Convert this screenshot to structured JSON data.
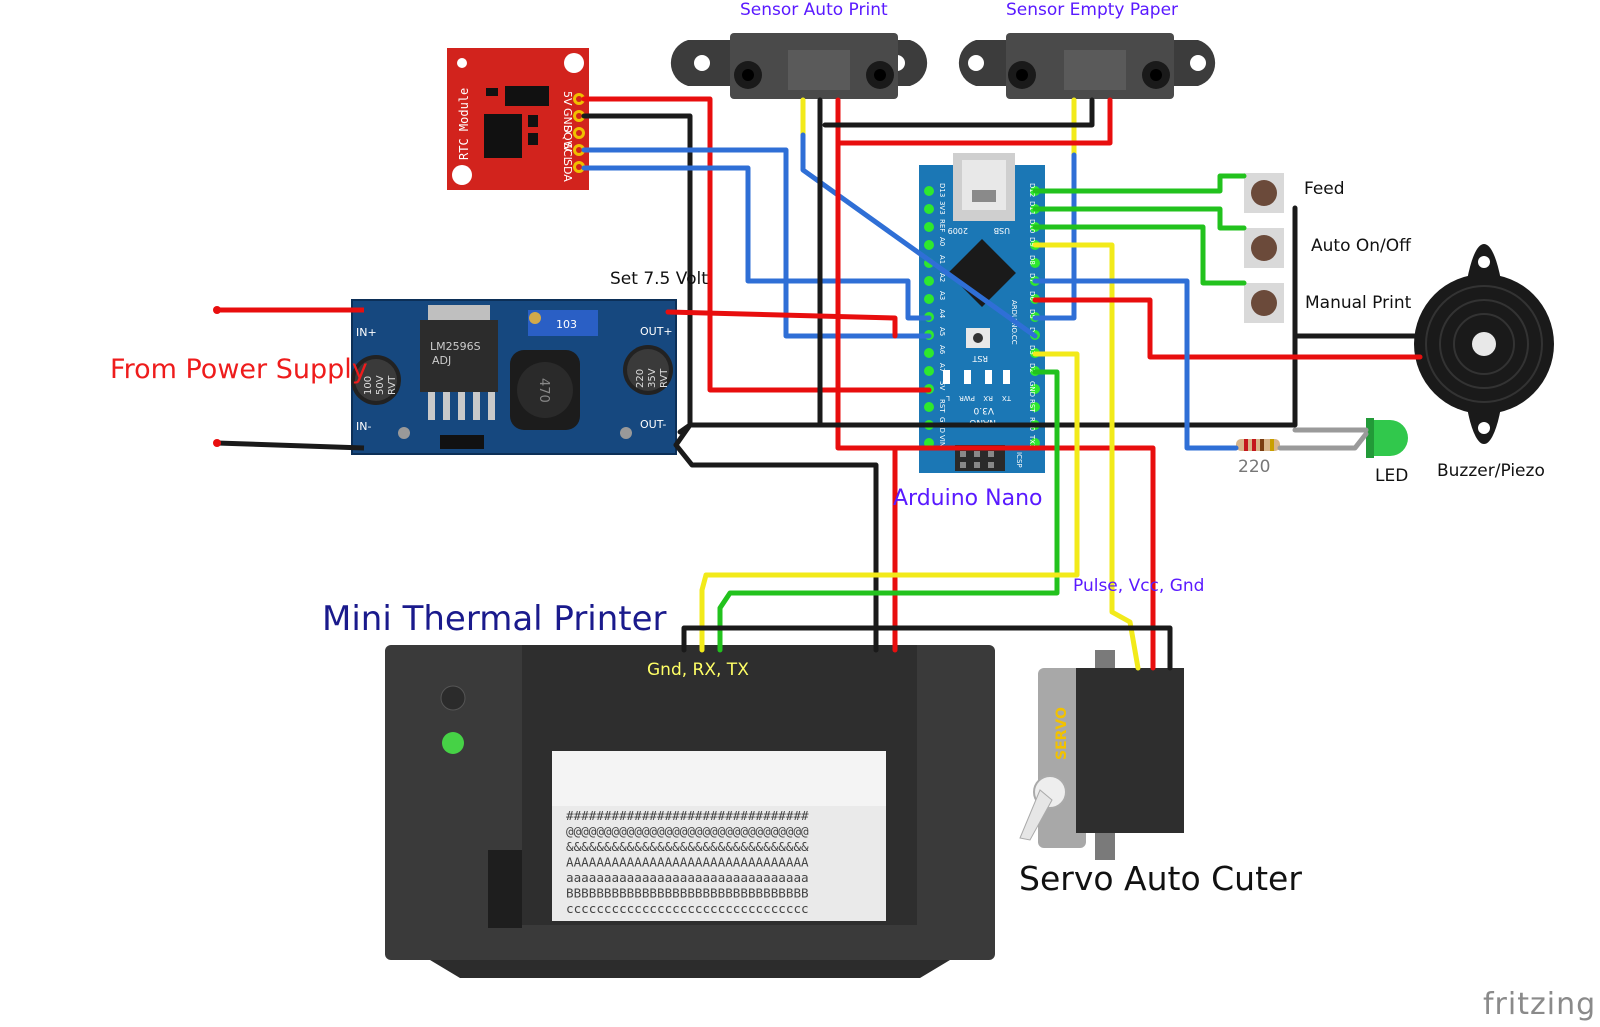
{
  "labels": {
    "sensor_auto_print": "Sensor Auto Print",
    "sensor_empty_paper": "Sensor Empty Paper",
    "set_voltage": "Set 7.5 Volt",
    "from_power_supply": "From Power Supply",
    "arduino_nano": "Arduino Nano",
    "feed": "Feed",
    "auto_on_off": "Auto On/Off",
    "manual_print": "Manual Print",
    "buzzer": "Buzzer/Piezo",
    "led": "LED",
    "resistor_value": "220",
    "pulse_vcc_gnd": "Pulse, Vcc, Gnd",
    "mini_thermal_printer": "Mini Thermal Printer",
    "gnd_rx_tx": "Gnd, RX, TX",
    "servo_auto_cuter": "Servo Auto Cuter",
    "fritzing": "fritzing"
  },
  "rtc": {
    "title": "RTC Module",
    "pins": [
      "5V",
      "GND",
      "SQW",
      "SCL",
      "SDA"
    ]
  },
  "buck": {
    "chip": "LM2596S",
    "chip_line2": "ADJ",
    "pot": "103",
    "cap_left": [
      "100",
      "50V",
      "RVT"
    ],
    "cap_right": [
      "220",
      "35V",
      "RVT"
    ],
    "inductor": "470",
    "in_plus": "IN+",
    "in_minus": "IN-",
    "out_plus": "OUT+",
    "out_minus": "OUT-"
  },
  "nano": {
    "left_pins": [
      "D13",
      "3V3",
      "REF",
      "A0",
      "A1",
      "A2",
      "A3",
      "A4",
      "A5",
      "A6",
      "A7",
      "5V",
      "RST",
      "GND",
      "VIN"
    ],
    "right_pins": [
      "D12",
      "D11",
      "D10",
      "D9",
      "D8",
      "D7",
      "D6",
      "D5",
      "D4",
      "D3",
      "D2",
      "GND",
      "RST",
      "RX0",
      "TX1"
    ],
    "text_usb": "USB",
    "text_year": "2009",
    "text_rst": "RST",
    "text_name": "NANO",
    "text_ver": "V3.0",
    "text_brand": "ARDUINO.CC",
    "leds": [
      "L",
      "PWR",
      "RX",
      "TX"
    ],
    "icsp": "ICSP"
  },
  "servo_text": "SERVO",
  "paper_lines": [
    "################################",
    "@@@@@@@@@@@@@@@@@@@@@@@@@@@@@@@@",
    "&&&&&&&&&&&&&&&&&&&&&&&&&&&&&&&&",
    "AAAAAAAAAAAAAAAAAAAAAAAAAAAAAAAA",
    "aaaaaaaaaaaaaaaaaaaaaaaaaaaaaaaa",
    "BBBBBBBBBBBBBBBBBBBBBBBBBBBBBBBB",
    "cccccccccccccccccccccccccccccccc"
  ],
  "colors": {
    "wire_red": "#e80e0e",
    "wire_black": "#1a1a1a",
    "wire_blue": "#2f6fd6",
    "wire_green": "#22c21d",
    "wire_yellow": "#f2ea1a",
    "rtc_board": "#d2231d",
    "nano_board": "#1b77b5",
    "buck_board": "#1a4d8c",
    "printer_body": "#3a3a3a",
    "led_green": "#31c84c"
  }
}
